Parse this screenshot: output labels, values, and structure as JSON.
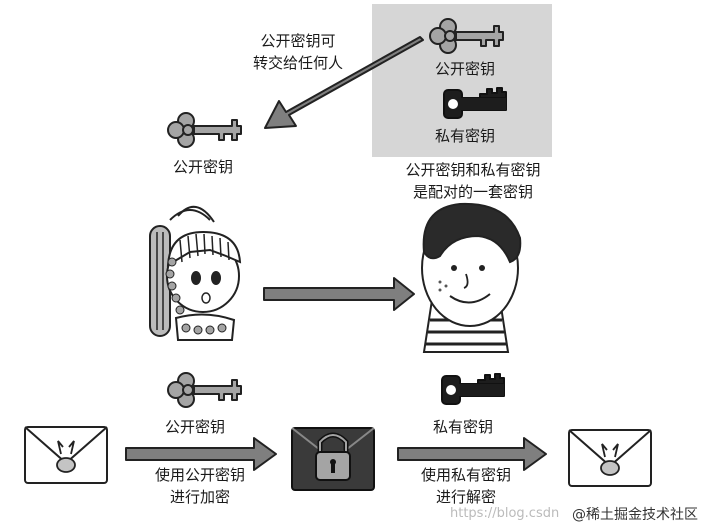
{
  "diagram": {
    "transfer_note": [
      "公开密钥可",
      "转交给任何人"
    ],
    "public_key_label": "公开密钥",
    "private_key_label": "私有密钥",
    "pair_note": [
      "公开密钥和私有密钥",
      "是配对的一套密钥"
    ],
    "encrypt_step": [
      "使用公开密钥",
      "进行加密"
    ],
    "decrypt_step": [
      "使用私有密钥",
      "进行解密"
    ]
  },
  "watermark": {
    "url_text": "https://blog.csdn",
    "brand": "@稀土掘金技术社区"
  }
}
